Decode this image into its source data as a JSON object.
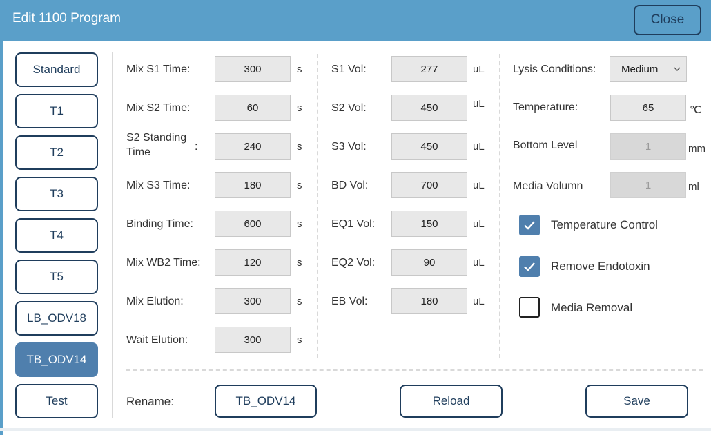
{
  "window": {
    "title": "Edit 1100  Program",
    "close_label": "Close"
  },
  "programs": [
    {
      "label": "Standard",
      "active": false
    },
    {
      "label": "T1",
      "active": false
    },
    {
      "label": "T2",
      "active": false
    },
    {
      "label": "T3",
      "active": false
    },
    {
      "label": "T4",
      "active": false
    },
    {
      "label": "T5",
      "active": false
    },
    {
      "label": "LB_ODV18",
      "active": false
    },
    {
      "label": "TB_ODV14",
      "active": true
    },
    {
      "label": "Test",
      "active": false
    }
  ],
  "times": [
    {
      "label": "Mix S1 Time:",
      "value": "300",
      "unit": "s"
    },
    {
      "label": "Mix S2 Time:",
      "value": "60",
      "unit": "s"
    },
    {
      "label_line1": "S2 Standing",
      "label_line2": "Time",
      "colon": ":",
      "value": "240",
      "unit": "s"
    },
    {
      "label": "Mix S3 Time:",
      "value": "180",
      "unit": "s"
    },
    {
      "label": "Binding Time:",
      "value": "600",
      "unit": "s"
    },
    {
      "label": "Mix WB2 Time:",
      "value": "120",
      "unit": "s"
    },
    {
      "label": "Mix Elution:",
      "value": "300",
      "unit": "s"
    },
    {
      "label": "Wait Elution:",
      "value": "300",
      "unit": "s"
    }
  ],
  "volumes": [
    {
      "label": "S1 Vol:",
      "value": "277",
      "unit": "uL"
    },
    {
      "label": "S2 Vol:",
      "value": "450",
      "unit": "uL"
    },
    {
      "label": "S3 Vol:",
      "value": "450",
      "unit": "uL"
    },
    {
      "label": "BD Vol:",
      "value": "700",
      "unit": "uL"
    },
    {
      "label": "EQ1 Vol:",
      "value": "150",
      "unit": "uL"
    },
    {
      "label": "EQ2 Vol:",
      "value": "90",
      "unit": "uL"
    },
    {
      "label": "EB Vol:",
      "value": "180",
      "unit": "uL"
    }
  ],
  "conditions": {
    "lysis_label": "Lysis Conditions:",
    "lysis_value": "Medium",
    "temperature_label": "Temperature:",
    "temperature_value": "65",
    "temperature_unit": "℃",
    "bottom_level_label": "Bottom Level",
    "bottom_level_value": "1",
    "bottom_level_unit": "mm",
    "media_volume_label": "Media Volumn",
    "media_volume_value": "1",
    "media_volume_unit": "ml"
  },
  "options": [
    {
      "label": "Temperature Control",
      "checked": true
    },
    {
      "label": "Remove Endotoxin",
      "checked": true
    },
    {
      "label": "Media Removal",
      "checked": false
    }
  ],
  "footer": {
    "rename_label": "Rename:",
    "rename_value": "TB_ODV14",
    "reload_label": "Reload",
    "save_label": "Save"
  },
  "colors": {
    "titlebar": "#5a9fc9",
    "accent": "#4f7fad",
    "border": "#1f3d5c"
  }
}
